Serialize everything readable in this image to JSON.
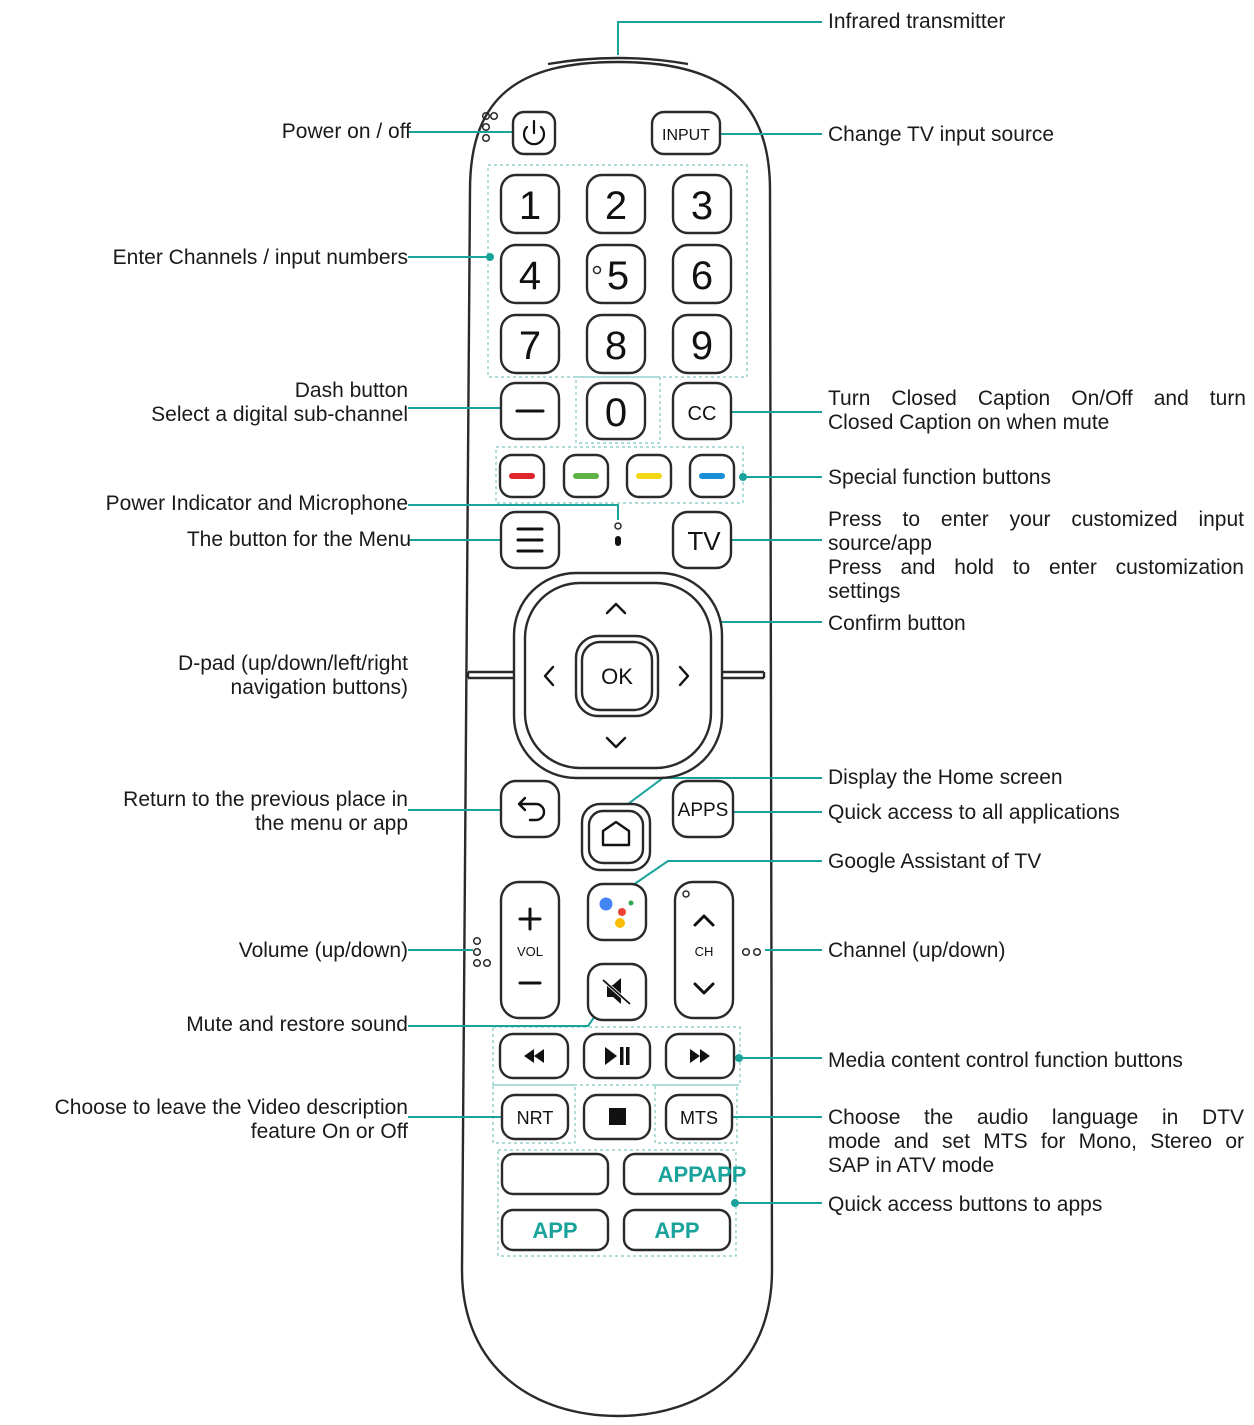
{
  "colors": {
    "leader": "#1aa39b",
    "outline": "#2a2a2a",
    "red": "#e0262b",
    "green": "#5fb246",
    "yellow": "#f2d814",
    "blue": "#1b8fd6",
    "app_text": "#1aa39b"
  },
  "remote": {
    "input_label": "INPUT",
    "digits": [
      "1",
      "2",
      "3",
      "4",
      "5",
      "6",
      "7",
      "8",
      "9"
    ],
    "zero": "0",
    "cc_label": "CC",
    "tv_label": "TV",
    "ok_label": "OK",
    "apps_label": "APPS",
    "vol_label": "VOL",
    "ch_label": "CH",
    "nrt_label": "NRT",
    "mts_label": "MTS",
    "app_buttons": [
      "APPAPP",
      "APP",
      "APP"
    ],
    "icons": [
      "power-icon",
      "dash-icon",
      "menu-icon",
      "microphone-icon",
      "up-arrow-icon",
      "down-arrow-icon",
      "left-arrow-icon",
      "right-arrow-icon",
      "back-icon",
      "home-icon",
      "google-assistant-icon",
      "plus-icon",
      "minus-icon",
      "chevron-up-icon",
      "chevron-down-icon",
      "mute-icon",
      "rewind-icon",
      "play-pause-icon",
      "fast-forward-icon",
      "stop-icon"
    ]
  },
  "labels": {
    "infrared": "Infrared transmitter",
    "power": "Power on / off",
    "input": "Change TV input source",
    "numbers": "Enter Channels / input numbers",
    "dash_1": "Dash button",
    "dash_2": "Select a digital sub-channel",
    "cc_1": "Turn Closed Caption On/Off and turn",
    "cc_2": "Closed Caption on when mute",
    "special": "Special function buttons",
    "indicator": "Power Indicator and Microphone",
    "menu": "The button for the Menu",
    "tv_1": "Press to enter your customized input",
    "tv_2": "source/app",
    "tv_3": "Press and hold to enter customization",
    "tv_4": "settings",
    "confirm": "Confirm button",
    "dpad_1": "D-pad (up/down/left/right",
    "dpad_2": "navigation buttons)",
    "return_1": "Return to the previous place in",
    "return_2": "the menu or app",
    "home": "Display the Home screen",
    "apps": "Quick access to all applications",
    "google": "Google Assistant of TV",
    "volume": "Volume (up/down)",
    "channel": "Channel (up/down)",
    "mute": "Mute and restore sound",
    "media": "Media content control function buttons",
    "video_1": "Choose to leave the Video description",
    "video_2": "feature On or Off",
    "audio_1": "Choose the audio language in DTV",
    "audio_2": "mode and set MTS for Mono, Stereo or",
    "audio_3": "SAP in ATV mode",
    "quick": "Quick access buttons to apps"
  }
}
